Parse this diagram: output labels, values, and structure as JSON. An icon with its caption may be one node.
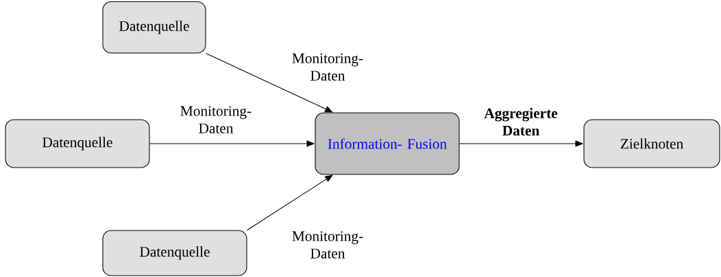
{
  "diagram": {
    "nodes": [
      {
        "text": [
          "Datenquelle"
        ]
      },
      {
        "text": [
          "Datenquelle"
        ]
      },
      {
        "text": [
          "Datenquelle"
        ]
      },
      {
        "text": [
          "Information- Fusion"
        ]
      },
      {
        "text": [
          "Zielknoten"
        ]
      }
    ],
    "edges": [
      {
        "from": 0,
        "to": 3,
        "arrow": "to",
        "label": "Monitoring- Daten"
      },
      {
        "from": 1,
        "to": 3,
        "arrow": "to",
        "label": "Monitoring- Daten"
      },
      {
        "from": 2,
        "to": 3,
        "arrow": "to",
        "label": "Monitoring- Daten"
      },
      {
        "from": 3,
        "to": 4,
        "arrow": "to",
        "label": "Aggregierte Daten"
      }
    ]
  }
}
